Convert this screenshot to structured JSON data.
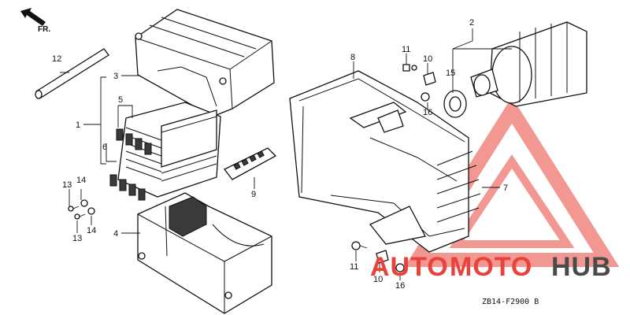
{
  "direction": {
    "label": "FR."
  },
  "parts": [
    {
      "id": "p1",
      "num": "1"
    },
    {
      "id": "p2",
      "num": "2"
    },
    {
      "id": "p3",
      "num": "3"
    },
    {
      "id": "p4",
      "num": "4"
    },
    {
      "id": "p5",
      "num": "5"
    },
    {
      "id": "p6",
      "num": "6"
    },
    {
      "id": "p7",
      "num": "7"
    },
    {
      "id": "p8",
      "num": "8"
    },
    {
      "id": "p9",
      "num": "9"
    },
    {
      "id": "p10a",
      "num": "10"
    },
    {
      "id": "p10b",
      "num": "10"
    },
    {
      "id": "p11a",
      "num": "11"
    },
    {
      "id": "p11b",
      "num": "11"
    },
    {
      "id": "p12",
      "num": "12"
    },
    {
      "id": "p13a",
      "num": "13"
    },
    {
      "id": "p13b",
      "num": "13"
    },
    {
      "id": "p14a",
      "num": "14"
    },
    {
      "id": "p14b",
      "num": "14"
    },
    {
      "id": "p15",
      "num": "15"
    },
    {
      "id": "p16a",
      "num": "16"
    },
    {
      "id": "p16b",
      "num": "16"
    }
  ],
  "diagram_code": "ZB14-F2900 B",
  "watermark": {
    "text_auto": "AUTO",
    "text_moto": "MOTO",
    "text_hub": "HUB",
    "color_primary": "#e8433a",
    "color_secondary": "#4a4a4a"
  }
}
